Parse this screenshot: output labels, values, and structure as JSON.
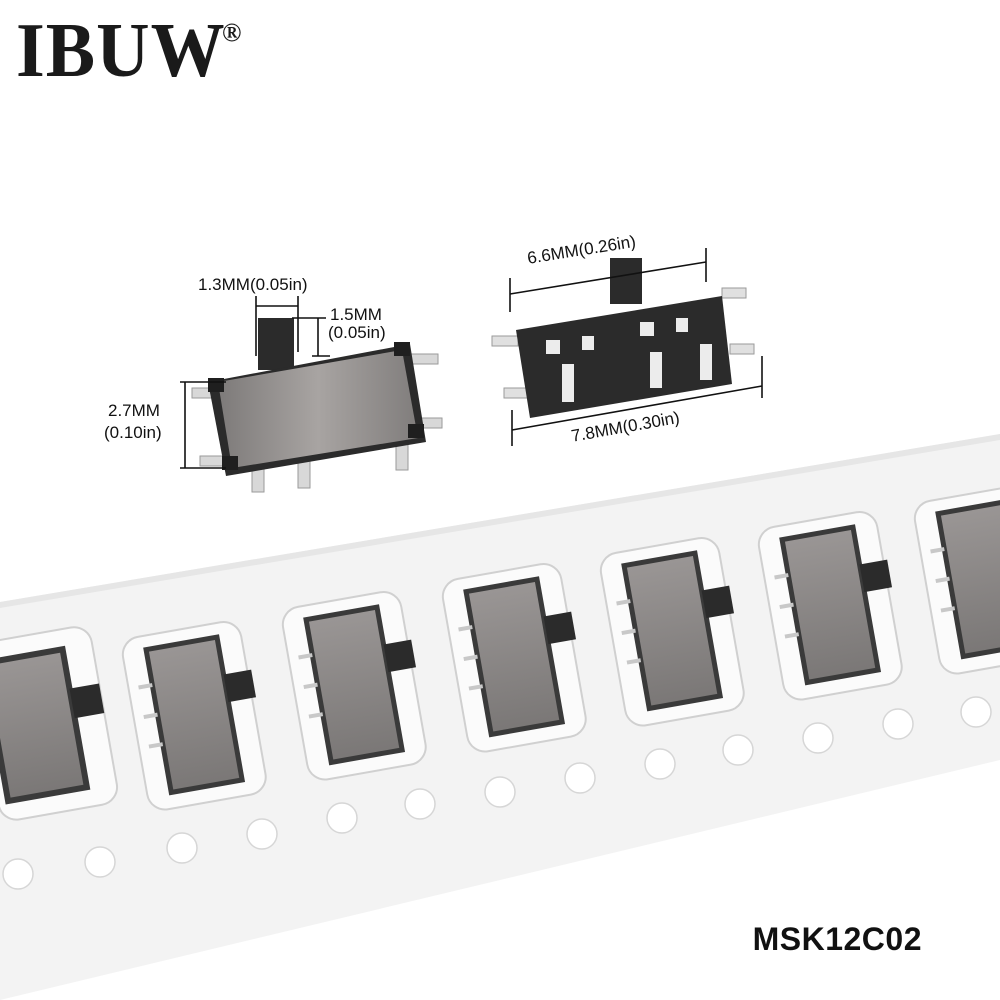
{
  "brand": {
    "name": "IBUW",
    "registered_mark": "®"
  },
  "left_view": {
    "actuator_width": "1.3MM(0.05in)",
    "actuator_height_mm": "1.5MM",
    "actuator_height_in": "(0.05in)",
    "body_height_mm": "2.7MM",
    "body_height_in": "(0.10in)"
  },
  "right_view": {
    "body_width": "6.6MM(0.26in)",
    "overall_width": "7.8MM(0.30in)"
  },
  "model": "MSK12C02",
  "colors": {
    "brand_text": "#1a1a1a",
    "switch_housing": "#2b2b2b",
    "metal_cover": "#8f8c8b",
    "pins": "#d8d8d8",
    "tape_background": "#f4f4f4"
  }
}
